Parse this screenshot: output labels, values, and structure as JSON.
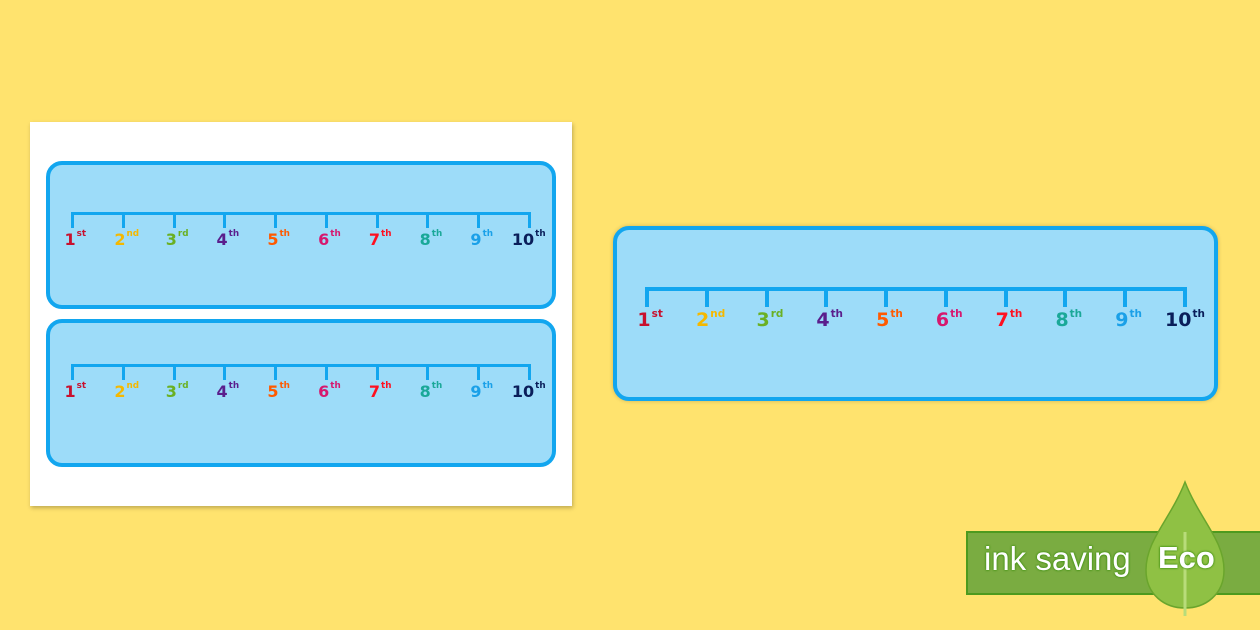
{
  "ordinals": [
    {
      "num": "1",
      "suffix": "st",
      "color": "#c8102e"
    },
    {
      "num": "2",
      "suffix": "nd",
      "color": "#f5b800"
    },
    {
      "num": "3",
      "suffix": "rd",
      "color": "#6ab023"
    },
    {
      "num": "4",
      "suffix": "th",
      "color": "#5a1e8c"
    },
    {
      "num": "5",
      "suffix": "th",
      "color": "#ff5a00"
    },
    {
      "num": "6",
      "suffix": "th",
      "color": "#d6186e"
    },
    {
      "num": "7",
      "suffix": "th",
      "color": "#ff1020"
    },
    {
      "num": "8",
      "suffix": "th",
      "color": "#1aa898"
    },
    {
      "num": "9",
      "suffix": "th",
      "color": "#1aa0e8"
    },
    {
      "num": "10",
      "suffix": "th",
      "color": "#0a1e5a"
    }
  ],
  "badge": {
    "label": "ink saving",
    "eco": "Eco"
  },
  "colors": {
    "background": "#ffe36e",
    "card": "#9ddcf9",
    "line": "#12a6ef",
    "badge": "#7aac41"
  }
}
